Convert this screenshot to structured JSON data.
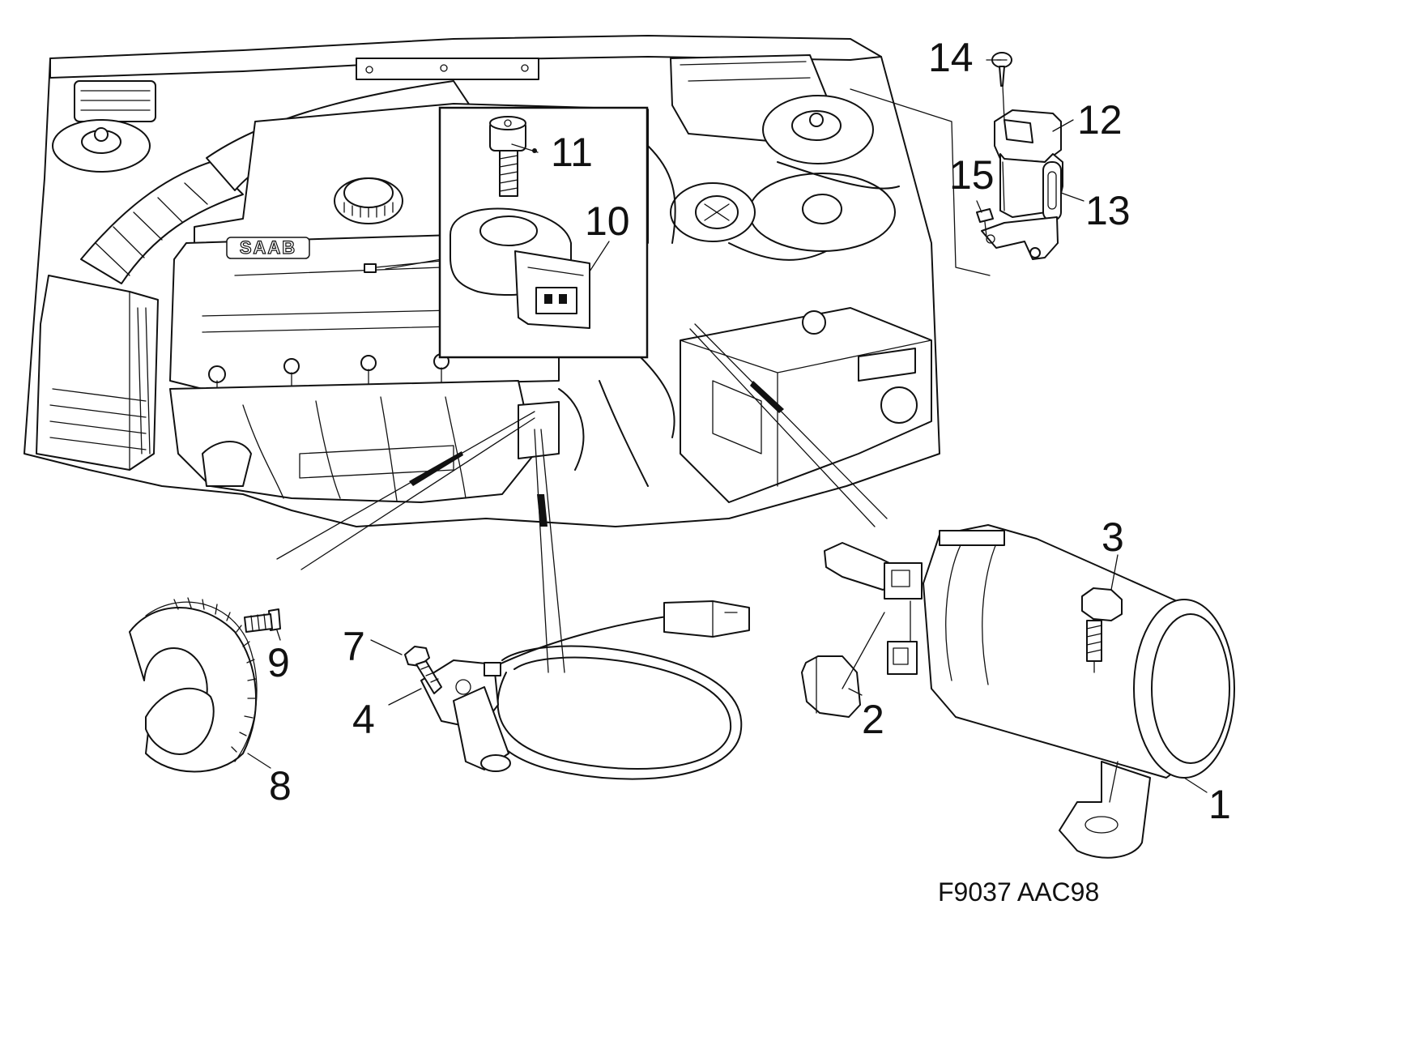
{
  "figure_code": "F9037 AAC98",
  "engine_badge": "SAAB",
  "callouts": {
    "c1": "1",
    "c2": "2",
    "c3": "3",
    "c4": "4",
    "c7": "7",
    "c8": "8",
    "c9": "9",
    "c10": "10",
    "c11": "11",
    "c12": "12",
    "c13": "13",
    "c14": "14",
    "c15": "15"
  }
}
